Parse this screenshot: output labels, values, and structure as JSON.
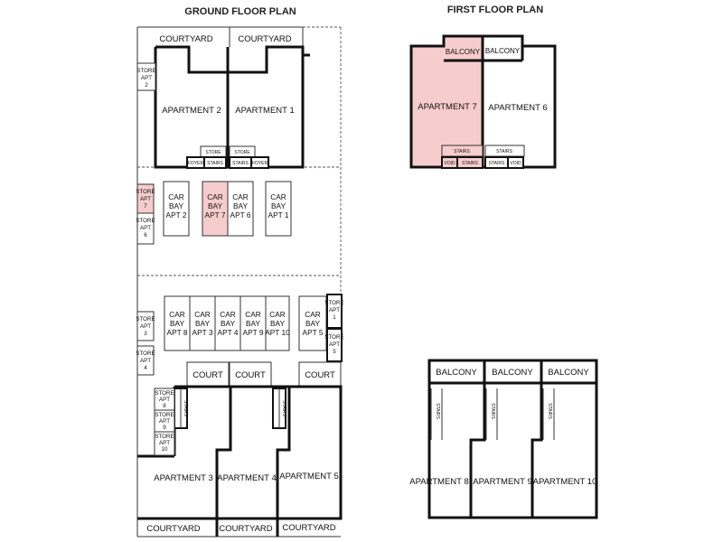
{
  "titles": {
    "ground": "GROUND FLOOR PLAN",
    "first": "FIRST FLOOR PLAN"
  },
  "ground": {
    "courtyards": {
      "left": "COURTYARD",
      "right": "COURTYARD",
      "b1": "COURTYARD",
      "b2": "COURTYARD",
      "b3": "COURTYARD"
    },
    "apartments": {
      "a2": "APARTMENT 2",
      "a1": "APARTMENT 1",
      "a3": "APARTMENT 3",
      "a4": "APARTMENT 4",
      "a5": "APARTMENT 5"
    },
    "small": {
      "store": "STORE",
      "stairs": "STAIRS",
      "foyer": "FOYER"
    },
    "courts": {
      "c1": "COURT",
      "c2": "COURT",
      "c3": "COURT"
    },
    "store_labels": {
      "s_apt2": {
        "l1": "STORE",
        "l2": "APT",
        "l3": "2"
      },
      "s_apt7": {
        "l1": "STORE",
        "l2": "APT",
        "l3": "7"
      },
      "s_apt6": {
        "l1": "STORE",
        "l2": "APT",
        "l3": "6"
      },
      "s_apt3": {
        "l1": "STORE",
        "l2": "APT",
        "l3": "3"
      },
      "s_apt4": {
        "l1": "STORE",
        "l2": "APT",
        "l3": "4"
      },
      "s_apt1": {
        "l1": "STORE",
        "l2": "APT",
        "l3": "1"
      },
      "s_apt5": {
        "l1": "STORE",
        "l2": "APT",
        "l3": "5"
      },
      "s_apt8": {
        "l1": "STORE",
        "l2": "APT",
        "l3": "8"
      },
      "s_apt9": {
        "l1": "STORE",
        "l2": "APT",
        "l3": "9"
      },
      "s_apt10": {
        "l1": "STORE",
        "l2": "APT",
        "l3": "10"
      }
    },
    "car_bays_top": [
      {
        "l1": "CAR",
        "l2": "BAY",
        "l3": "APT 2",
        "highlight": false
      },
      {
        "l1": "CAR",
        "l2": "BAY",
        "l3": "APT 7",
        "highlight": true
      },
      {
        "l1": "CAR",
        "l2": "BAY",
        "l3": "APT 6",
        "highlight": false
      },
      {
        "l1": "CAR",
        "l2": "BAY",
        "l3": "APT 1",
        "highlight": false
      }
    ],
    "car_bays_mid": [
      {
        "l1": "CAR",
        "l2": "BAY",
        "l3": "APT 8"
      },
      {
        "l1": "CAR",
        "l2": "BAY",
        "l3": "APT 3"
      },
      {
        "l1": "CAR",
        "l2": "BAY",
        "l3": "APT 4"
      },
      {
        "l1": "CAR",
        "l2": "BAY",
        "l3": "APT 9"
      },
      {
        "l1": "CAR",
        "l2": "BAY",
        "l3": "APT 10"
      },
      {
        "l1": "CAR",
        "l2": "BAY",
        "l3": "APT 5"
      }
    ]
  },
  "first": {
    "balconies": {
      "b7": "BALCONY",
      "b6": "BALCONY",
      "b8": "BALCONY",
      "b9": "BALCONY",
      "b10": "BALCONY"
    },
    "apartments": {
      "a7": "APARTMENT 7",
      "a6": "APARTMENT 6",
      "a8": "APARTMENT 8",
      "a9": "APARTMENT 9",
      "a10": "APARTMENT 10"
    },
    "small": {
      "stairs": "STAIRS",
      "void": "VOID"
    }
  },
  "colors": {
    "highlight": "#f7cccc",
    "wall": "#111111"
  }
}
